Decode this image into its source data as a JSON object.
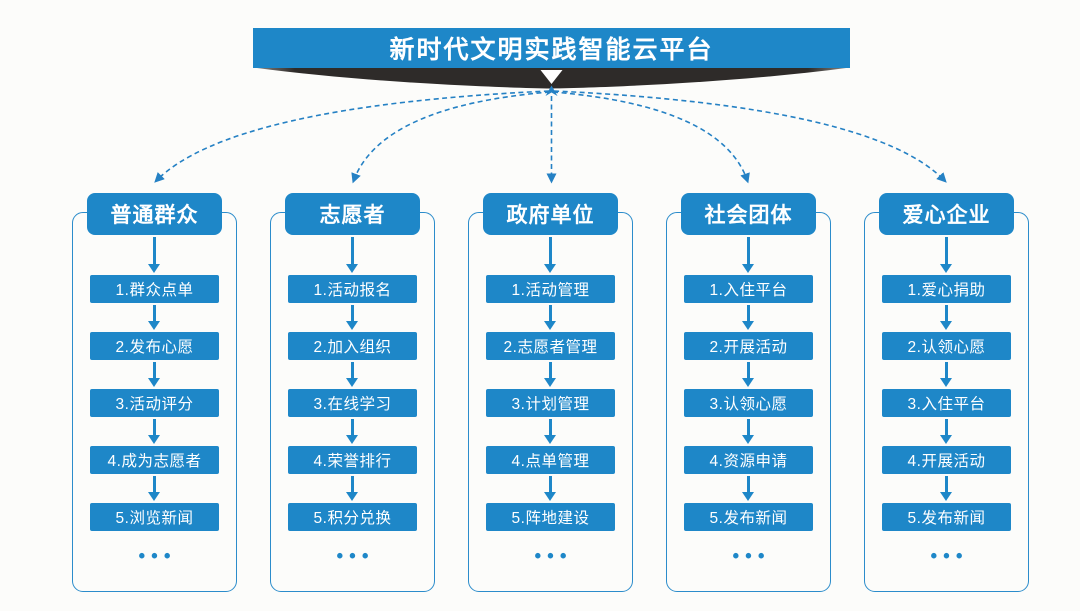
{
  "banner": {
    "title": "新时代文明实践智能云平台",
    "color": "#1e87c8",
    "ribbon_color": "#2e2b29"
  },
  "accent_blue": "#1e87c8",
  "dashed_line_color": "#2581c4",
  "frame_border_color": "#2b8ccb",
  "background_color": "#fcfcfa",
  "ellipsis": "•••",
  "columns": [
    {
      "title": "普通群众",
      "items": [
        "1.群众点单",
        "2.发布心愿",
        "3.活动评分",
        "4.成为志愿者",
        "5.浏览新闻"
      ]
    },
    {
      "title": "志愿者",
      "items": [
        "1.活动报名",
        "2.加入组织",
        "3.在线学习",
        "4.荣誉排行",
        "5.积分兑换"
      ]
    },
    {
      "title": "政府单位",
      "items": [
        "1.活动管理",
        "2.志愿者管理",
        "3.计划管理",
        "4.点单管理",
        "5.阵地建设"
      ]
    },
    {
      "title": "社会团体",
      "items": [
        "1.入住平台",
        "2.开展活动",
        "3.认领心愿",
        "4.资源申请",
        "5.发布新闻"
      ]
    },
    {
      "title": "爱心企业",
      "items": [
        "1.爱心捐助",
        "2.认领心愿",
        "3.入住平台",
        "4.开展活动",
        "5.发布新闻"
      ]
    }
  ]
}
